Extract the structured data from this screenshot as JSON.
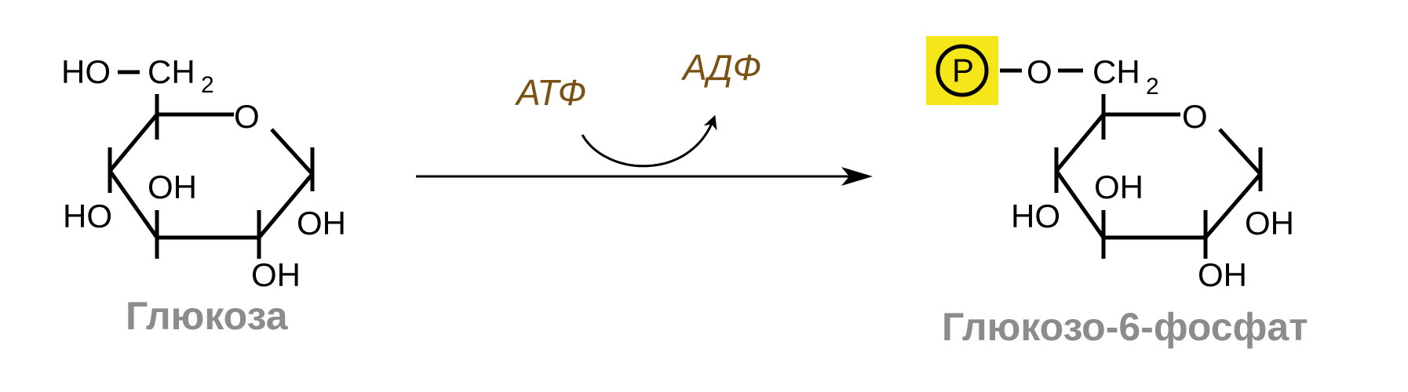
{
  "colors": {
    "reagent": "#7a5215",
    "compound_name": "#8c8c8c",
    "phosphate_highlight": "#f5e61a",
    "bond": "#000000"
  },
  "reaction": {
    "arrow_icon": "reaction-arrow",
    "cofactor_in": "АТФ",
    "cofactor_out": "АДФ"
  },
  "glucose": {
    "name": "Глюкоза",
    "atoms": {
      "ho": "HO",
      "ch": "CH",
      "ch_sub": "2",
      "ring_o": "O",
      "oh_c3": "OH",
      "ho_c4": "HO",
      "oh_c1": "OH",
      "oh_c2": "OH"
    }
  },
  "g6p": {
    "name": "Глюкозо-6-фосфат",
    "phosphate": "P",
    "atoms": {
      "o_link": "O",
      "ch": "CH",
      "ch_sub": "2",
      "ring_o": "O",
      "oh_c3": "OH",
      "ho_c4": "HO",
      "oh_c1": "OH",
      "oh_c2": "OH"
    }
  }
}
